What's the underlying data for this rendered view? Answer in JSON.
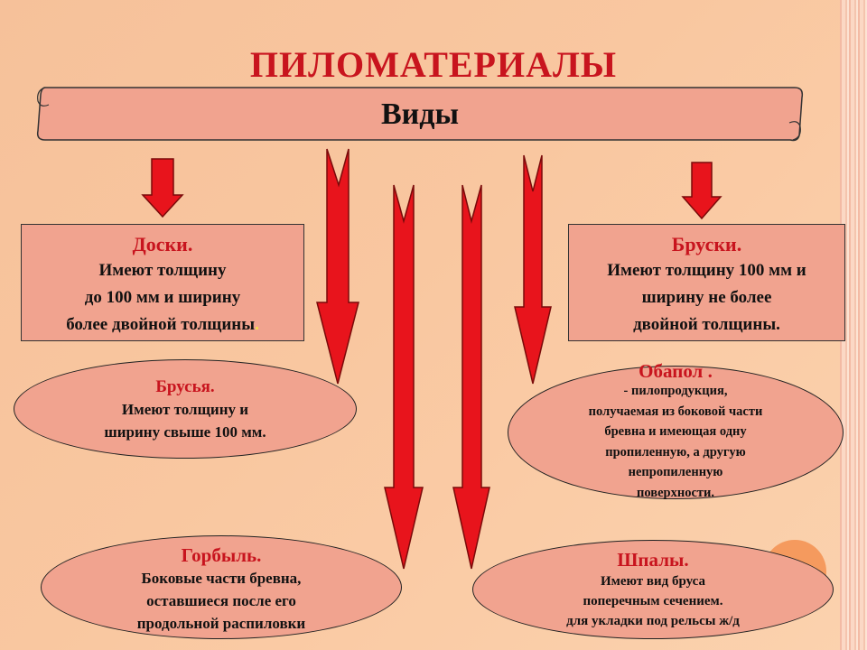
{
  "title": "ПИЛОМАТЕРИАЛЫ",
  "banner": "Виды",
  "doski": {
    "title": "Доски.",
    "text": "Имеют толщину\nдо 100 мм и ширину\nболее двойной толщины",
    "dot": "."
  },
  "bruski": {
    "title": "Бруски.",
    "text": "Имеют толщину 100 мм и\nширину не более\nдвойной толщины."
  },
  "brusya": {
    "title": "Брусья.",
    "text": "Имеют толщину и\nширину свыше 100 мм."
  },
  "obapol": {
    "title": "Обапол .",
    "text": "- пилопродукция,\nполучаемая из боковой части\nбревна и имеющая одну\nпропиленную, а другую\nнепропиленную\nповерхности."
  },
  "gorbyl": {
    "title": "Горбыль.",
    "text": "Боковые части бревна,\nоставшиеся после его\nпродольной распиловки"
  },
  "shpaly": {
    "title": "Шпалы.",
    "text": "Имеют вид бруса\nпоперечным сечением.\nдля укладки под рельсы ж/д"
  },
  "colors": {
    "heading_red": "#c8141e",
    "box_fill": "#f1a38f",
    "arrow_red": "#e8141c"
  }
}
